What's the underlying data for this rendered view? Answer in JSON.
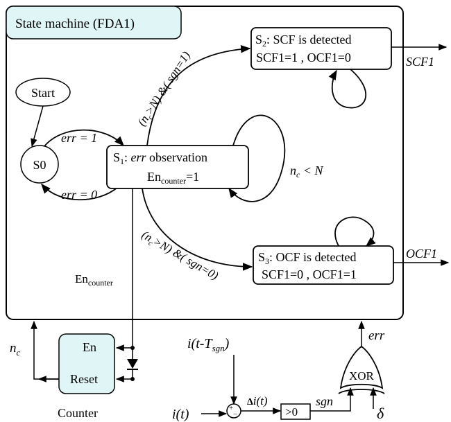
{
  "title": "State machine (FDA1)",
  "colors": {
    "accent_fill": "#dff5f6",
    "line": "#000000",
    "background": "#ffffff"
  },
  "start": "Start",
  "s0": "S0",
  "s1": {
    "prefix": "S",
    "sub": "1",
    "label": ": ",
    "label_it": "err",
    "label2": " observation",
    "en_pre": "En",
    "en_sub": "counter",
    "en_post": "=1"
  },
  "s2": {
    "prefix": "S",
    "sub": "2",
    "label": ": SCF is detected",
    "line2": "SCF1=1 , OCF1=0"
  },
  "s3": {
    "prefix": "S",
    "sub": "3",
    "label": ": OCF is detected",
    "line2": "SCF1=0 , OCF1=1"
  },
  "edges": {
    "err1": "err = 1",
    "err0": "err = 0",
    "loop_n": "n",
    "loop_c": "c",
    "loop_rest": " < N",
    "to_s2_a": "(n",
    "to_s2_c": "c",
    "to_s2_b": ">N) &( sgn=1)",
    "to_s3_a": "(n",
    "to_s3_c": "c",
    "to_s3_b": ">N) &( sgn=0)"
  },
  "outputs": {
    "scf1": "SCF1",
    "ocf1": "OCF1"
  },
  "en_counter": {
    "pre": "En",
    "sub": "counter"
  },
  "counter": {
    "en": "En",
    "reset": "Reset",
    "name": "Counter"
  },
  "nc": {
    "n": "n",
    "c": "c"
  },
  "signals": {
    "i_t_tsgn_a": "i(t-T",
    "i_t_tsgn_sub": "sgn",
    "i_t_tsgn_b": ")",
    "i_t": "i(t)",
    "delta_sym": "Δ",
    "delta_rest": "i(t)",
    "gt0": ">0",
    "sgn": "sgn",
    "xor": "XOR",
    "err": "err",
    "delta": "δ",
    "plus": "+",
    "minus": "−"
  }
}
